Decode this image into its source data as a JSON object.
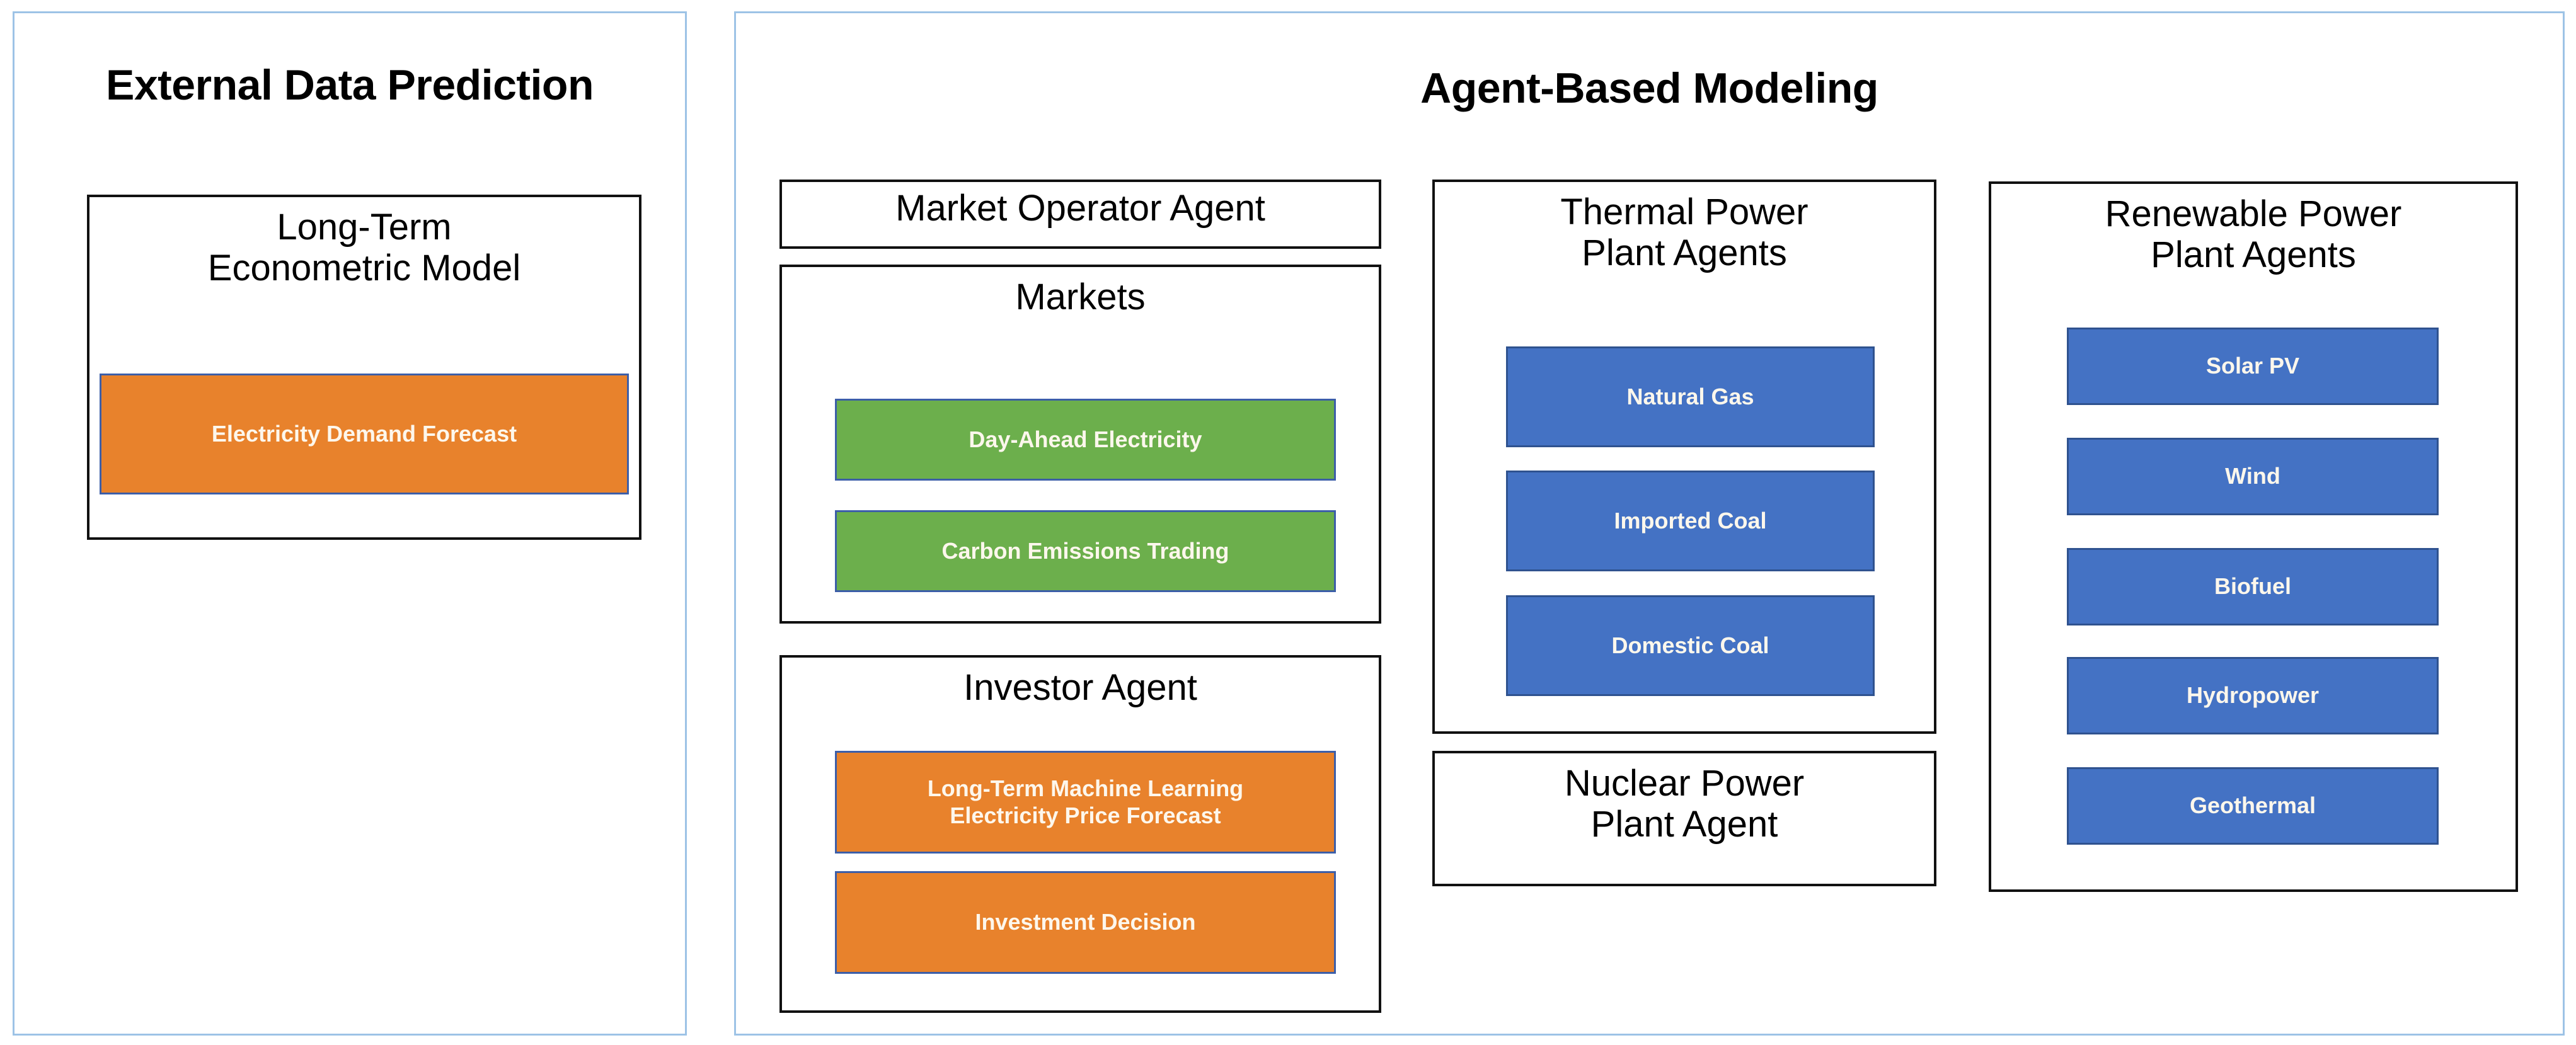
{
  "panels": {
    "external": {
      "title": "External Data Prediction",
      "econometric_model": {
        "label": "Long-Term\nEconometric Model",
        "line1": "Long-Term",
        "line2": "Econometric Model",
        "chips": [
          {
            "label": "Electricity Demand Forecast",
            "color": "#E8822C"
          }
        ]
      }
    },
    "abm": {
      "title": "Agent-Based Modeling",
      "market_operator_agent": {
        "label": "Market Operator Agent"
      },
      "markets": {
        "label": "Markets",
        "chips": [
          {
            "label": "Day-Ahead Electricity",
            "color": "#6CAF4C"
          },
          {
            "label": "Carbon Emissions Trading",
            "color": "#6CAF4C"
          }
        ]
      },
      "investor_agent": {
        "label": "Investor Agent",
        "chips": [
          {
            "label": "Long-Term Machine Learning Electricity Price Forecast",
            "line1": "Long-Term Machine Learning",
            "line2": "Electricity Price Forecast",
            "color": "#E8822C"
          },
          {
            "label": "Investment Decision",
            "color": "#E8822C"
          }
        ]
      },
      "thermal_power_plant_agents": {
        "label": "Thermal Power Plant Agents",
        "line1": "Thermal Power",
        "line2": "Plant Agents",
        "chips": [
          {
            "label": "Natural Gas",
            "color": "#4472C4"
          },
          {
            "label": "Imported Coal",
            "color": "#4472C4"
          },
          {
            "label": "Domestic Coal",
            "color": "#4472C4"
          }
        ]
      },
      "nuclear_power_plant_agent": {
        "label": "Nuclear Power Plant Agent",
        "line1": "Nuclear Power",
        "line2": "Plant Agent"
      },
      "renewable_power_plant_agents": {
        "label": "Renewable Power Plant Agents",
        "line1": "Renewable Power",
        "line2": "Plant Agents",
        "chips": [
          {
            "label": "Solar PV",
            "color": "#4472C4"
          },
          {
            "label": "Wind",
            "color": "#4472C4"
          },
          {
            "label": "Biofuel",
            "color": "#4472C4"
          },
          {
            "label": "Hydropower",
            "color": "#4472C4"
          },
          {
            "label": "Geothermal",
            "color": "#4472C4"
          }
        ]
      }
    }
  },
  "colors": {
    "panel_border": "#9DC3E6",
    "box_border": "#111111",
    "orange": "#E8822C",
    "green": "#6CAF4C",
    "blue": "#4472C4",
    "chip_border_blue": "#3C5EA8",
    "chip_text": "#FDF7EC",
    "text": "#000000",
    "background": "#FFFFFF"
  }
}
